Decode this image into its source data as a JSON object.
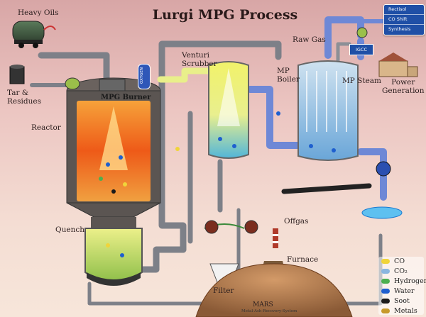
{
  "title": "Lurgi MPG Process",
  "signpost": {
    "items": [
      "Rectisol",
      "CO Shift",
      "Synthesis"
    ]
  },
  "igcc_label": "IGCC",
  "labels": {
    "heavy_oils": "Heavy Oils",
    "tar_residues": "Tar &\nResidues",
    "reactor": "Reactor",
    "mpg_burner": "MPG Burner",
    "quench": "Quench",
    "venturi_scrubber": "Venturi\nScrubber",
    "raw_gas": "Raw Gas",
    "mp_boiler": "MP\nBoiler",
    "mp_steam": "MP Steam",
    "power_generation": "Power\nGeneration",
    "offgas": "Offgas",
    "furnace": "Furnace",
    "filter": "Filter",
    "mars": "MARS",
    "mars_full": "Metal-Ash-Recovery-System",
    "oxygen": "OXYGEN"
  },
  "legend": [
    {
      "label": "CO",
      "color": "#f0d43a"
    },
    {
      "label": "CO₂",
      "color": "#8ab6e0"
    },
    {
      "label": "Hydrogen",
      "color": "#4caf50"
    },
    {
      "label": "Water",
      "color": "#1e5fcf"
    },
    {
      "label": "Soot",
      "color": "#1a1a1a"
    },
    {
      "label": "Metals",
      "color": "#c79a2a"
    }
  ],
  "colors": {
    "pipe_gray": "#8c8f96",
    "pipe_blue": "#6e88d6",
    "pipe_yellow": "#e8ef8a",
    "fire": "#f06a1c",
    "steel": "#5b5552"
  }
}
